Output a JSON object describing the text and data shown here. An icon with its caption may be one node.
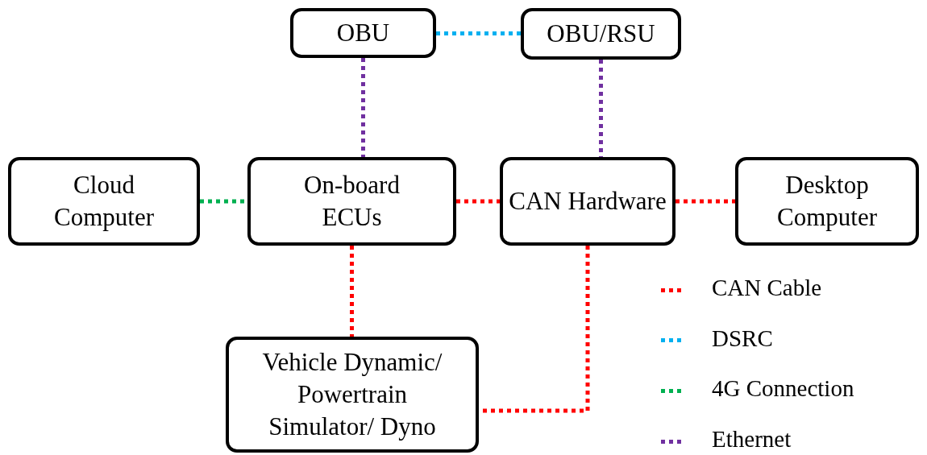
{
  "diagram": {
    "nodes": [
      {
        "text": [
          "OBU"
        ]
      },
      {
        "text": [
          "OBU/RSU"
        ]
      },
      {
        "text": [
          "Cloud Computer"
        ]
      },
      {
        "text": [
          "On-board ECUs"
        ]
      },
      {
        "text": [
          "CAN Hardware"
        ]
      },
      {
        "text": [
          "Desktop Computer"
        ]
      },
      {
        "text": [
          "Vehicle Dynamic/ Powertrain Simulator/ Dyno"
        ]
      }
    ],
    "edges": [
      {
        "from": 0,
        "to": 1,
        "arrow": "none",
        "color": "#00b0f0"
      },
      {
        "from": 0,
        "to": 3,
        "arrow": "none",
        "color": "#7030a0"
      },
      {
        "from": 1,
        "to": 4,
        "arrow": "none",
        "color": "#7030a0"
      },
      {
        "from": 2,
        "to": 3,
        "arrow": "none",
        "color": "#00b050"
      },
      {
        "from": 3,
        "to": 4,
        "arrow": "none"
      },
      {
        "from": 4,
        "to": 5,
        "arrow": "none"
      },
      {
        "from": 3,
        "to": 6,
        "arrow": "none"
      },
      {
        "from": 4,
        "to": 6,
        "arrow": "none"
      }
    ],
    "legend": [
      {
        "text": "CAN Cable",
        "color": "#ff0000"
      },
      {
        "text": "DSRC",
        "color": "#00b0f0"
      },
      {
        "text": "4G Connection",
        "color": "#00b050"
      },
      {
        "text": "Ethernet",
        "color": "#7030a0"
      }
    ]
  }
}
